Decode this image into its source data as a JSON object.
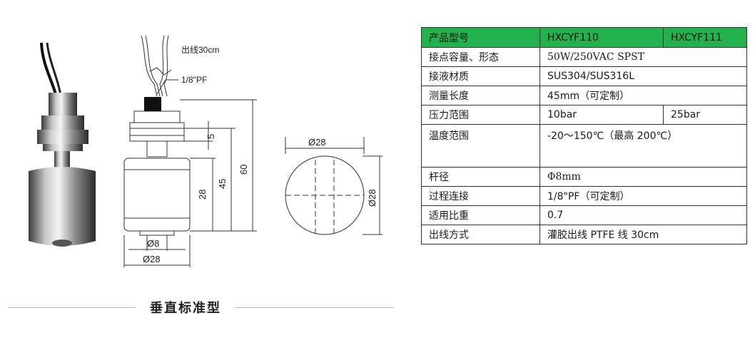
{
  "drawing": {
    "lead_label": "出线30cm",
    "thread_label": "1/8\"PF",
    "dim_5": "5",
    "dim_28_vertical": "28",
    "dim_45": "45",
    "dim_60": "60",
    "dim_stem": "Ø8",
    "dim_float": "Ø28",
    "top_dim_h": "Ø28",
    "top_dim_v": "Ø28"
  },
  "caption": "垂直标准型",
  "table": {
    "header": {
      "label": "产品型号",
      "model1": "HXCYF110",
      "model2": "HXCYF111"
    },
    "rows": [
      {
        "key": "接点容量、形态",
        "value": "50W/250VAC  SPST"
      },
      {
        "key": "接液材质",
        "value": "SUS304/SUS316L"
      },
      {
        "key": "测量长度",
        "value": "45mm（可定制）"
      },
      {
        "key": "压力范围",
        "v1": "10bar",
        "v2": "25bar"
      },
      {
        "key": "温度范围",
        "value": "-20～150℃（最高 200℃）"
      },
      {
        "key": "杆径",
        "value": "Φ8mm"
      },
      {
        "key": "过程连接",
        "value": "1/8\"PF（可定制）"
      },
      {
        "key": "适用比重",
        "value": "0.7"
      },
      {
        "key": "出线方式",
        "value": "灌胶出线 PTFE 线 30cm"
      }
    ]
  },
  "colors": {
    "header_green": "#22b14c"
  }
}
